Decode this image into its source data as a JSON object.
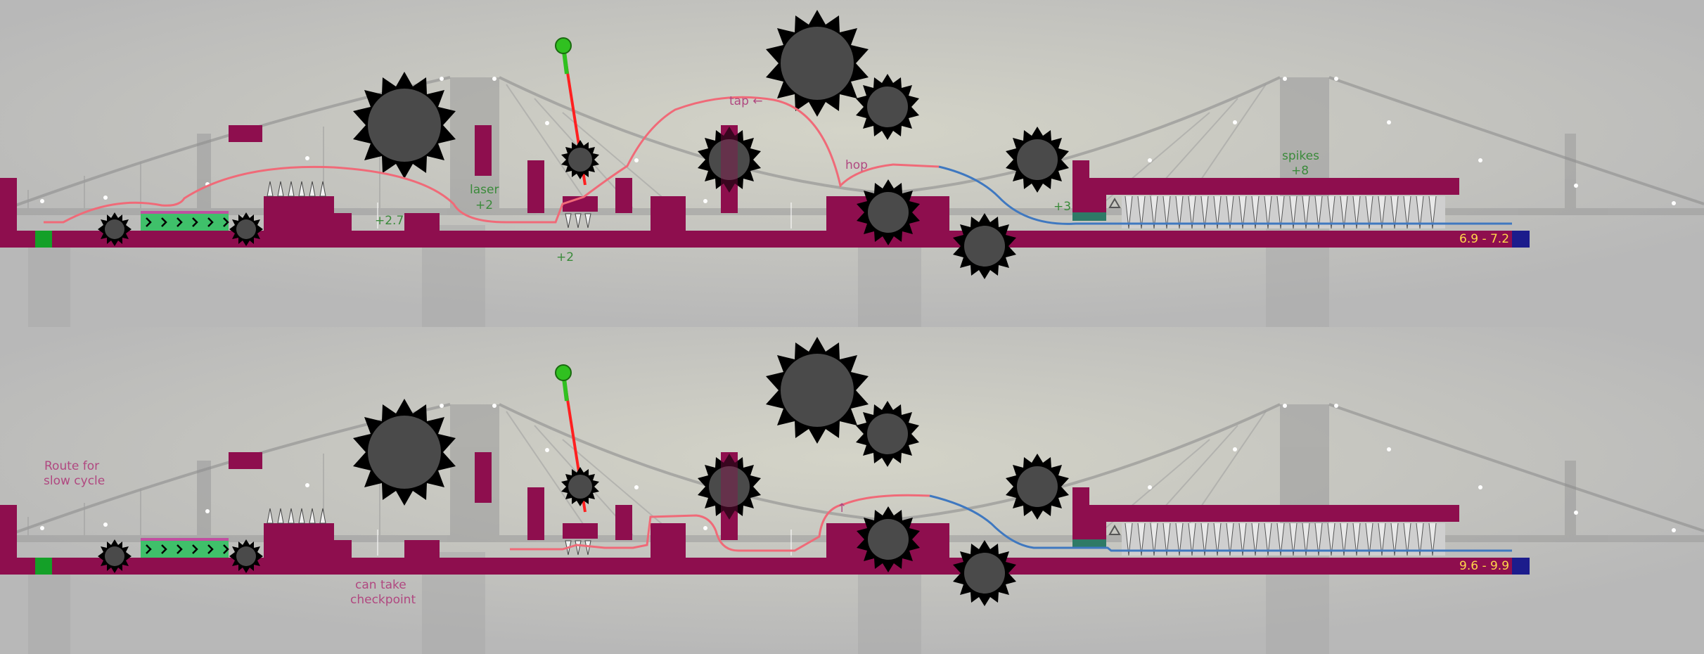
{
  "colors": {
    "background": "#bcbcbc",
    "platform": "#8e0e4e",
    "conveyor": "#3fc06a",
    "route_red": "#f06a78",
    "route_blue": "#3f78c0",
    "label_green": "#3a8a3a",
    "label_pink": "#b04880",
    "range_text": "#ffd84a",
    "goal": "#1c1c8c",
    "start": "#14a028",
    "saw": "#4a4a4a",
    "laser": "#ff2020"
  },
  "icons": {
    "saw": "spiked-saw-blade-icon",
    "laser_emitter": "green-orb-laser-emitter-icon",
    "spikes": "spike-row-icon",
    "conveyor": "conveyor-chevron-icon",
    "warning": "warning-triangle-icon"
  },
  "panels": [
    {
      "id": "top",
      "annotations": {
        "time_bonus_1": "+2.7",
        "laser_title": "laser",
        "laser_bonus": "+2",
        "under_laser": "+2",
        "tap": "tap ←",
        "hop": "hop",
        "bonus_3": "+3",
        "spikes_title": "spikes",
        "spikes_bonus": "+8"
      },
      "time_range": "6.9 - 7.2"
    },
    {
      "id": "bottom",
      "annotations": {
        "route_note_1": "Route for",
        "route_note_2": "slow cycle",
        "checkpoint_1": "can take",
        "checkpoint_2": "checkpoint",
        "up_arrow": "↑"
      },
      "time_range": "9.6 - 9.9"
    }
  ]
}
